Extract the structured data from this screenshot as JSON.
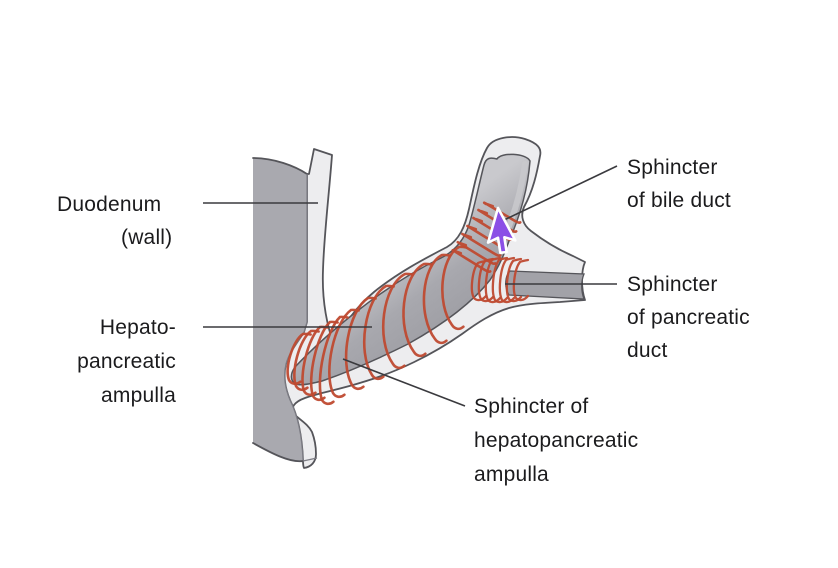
{
  "diagram": {
    "labels": {
      "duodenum": {
        "line1": "Duodenum",
        "line2": "(wall)"
      },
      "ampulla": {
        "line1": "Hepato-",
        "line2": "pancreatic",
        "line3": "ampulla"
      },
      "bile": {
        "line1": "Sphincter",
        "line2": "of bile duct"
      },
      "pancreatic": {
        "line1": "Sphincter",
        "line2": "of pancreatic",
        "line3": "duct"
      },
      "hpa": {
        "line1": "Sphincter of",
        "line2": "hepatopancreatic",
        "line3": "ampulla"
      }
    },
    "icons": {
      "cursor": "arrow-pointer"
    },
    "colors": {
      "background": "#ffffff",
      "interior-gray": "#a9a9af",
      "wall-light": "#ededef",
      "lumen-gray": "#a2a2a8",
      "lumen-highlight": "#c9c9cd",
      "outline": "#55555a",
      "sphincter-red": "#bf4a30",
      "leader-line": "#3a3a3e",
      "text": "#1b1b1d",
      "cursor-purple": "#8b4fe6"
    }
  }
}
